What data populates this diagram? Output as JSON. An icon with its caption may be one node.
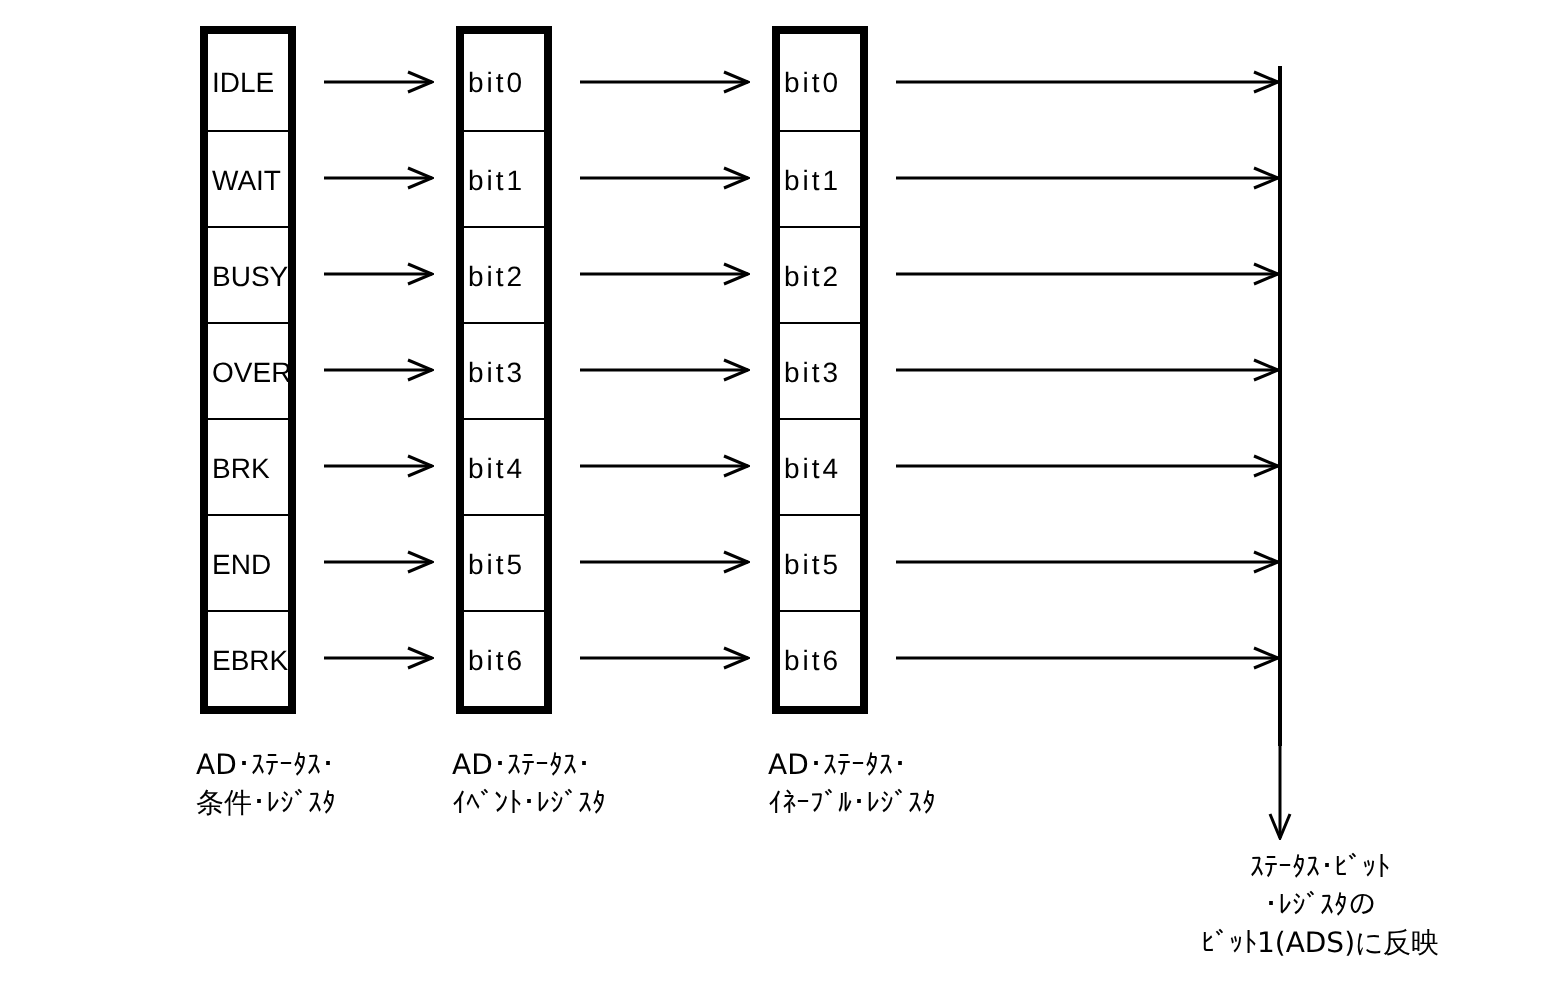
{
  "diagram": {
    "nodes": [
      {
        "text": [
          "AD･ｽﾃｰﾀｽ･条件･ﾚｼﾞｽﾀ"
        ]
      },
      {
        "text": [
          "IDLE"
        ],
        "in": 0
      },
      {
        "text": [
          "WAIT"
        ],
        "in": 0
      },
      {
        "text": [
          "BUSY"
        ],
        "in": 0
      },
      {
        "text": [
          "OVER"
        ],
        "in": 0
      },
      {
        "text": [
          "BRK"
        ],
        "in": 0
      },
      {
        "text": [
          "END"
        ],
        "in": 0
      },
      {
        "text": [
          "EBRK"
        ],
        "in": 0
      },
      {
        "text": [
          "AD･ｽﾃｰﾀｽ･ｲﾍﾞﾝﾄ･ﾚｼﾞｽﾀ"
        ]
      },
      {
        "text": [
          "bit0"
        ],
        "in": 8
      },
      {
        "text": [
          "bit1"
        ],
        "in": 8
      },
      {
        "text": [
          "bit2"
        ],
        "in": 8
      },
      {
        "text": [
          "bit3"
        ],
        "in": 8
      },
      {
        "text": [
          "bit4"
        ],
        "in": 8
      },
      {
        "text": [
          "bit5"
        ],
        "in": 8
      },
      {
        "text": [
          "bit6"
        ],
        "in": 8
      },
      {
        "text": [
          "AD･ｽﾃｰﾀｽ･ｲﾈｰﾌﾞﾙ･ﾚｼﾞｽﾀ"
        ]
      },
      {
        "text": [
          "bit0"
        ],
        "in": 16
      },
      {
        "text": [
          "bit1"
        ],
        "in": 16
      },
      {
        "text": [
          "bit2"
        ],
        "in": 16
      },
      {
        "text": [
          "bit3"
        ],
        "in": 16
      },
      {
        "text": [
          "bit4"
        ],
        "in": 16
      },
      {
        "text": [
          "bit5"
        ],
        "in": 16
      },
      {
        "text": [
          "bit6"
        ],
        "in": 16
      },
      {
        "text": [],
        "shape": "bar"
      },
      {
        "text": [
          "ｽﾃｰﾀｽ･ﾋﾞｯﾄ･ﾚｼﾞｽﾀのﾋﾞｯﾄ1(ADS)に反映"
        ]
      }
    ],
    "edges": [
      {
        "from": 1,
        "to": 9,
        "arrow": "to"
      },
      {
        "from": 2,
        "to": 10,
        "arrow": "to"
      },
      {
        "from": 3,
        "to": 11,
        "arrow": "to"
      },
      {
        "from": 4,
        "to": 12,
        "arrow": "to"
      },
      {
        "from": 5,
        "to": 13,
        "arrow": "to"
      },
      {
        "from": 6,
        "to": 14,
        "arrow": "to"
      },
      {
        "from": 7,
        "to": 15,
        "arrow": "to"
      },
      {
        "from": 9,
        "to": 17,
        "arrow": "to"
      },
      {
        "from": 10,
        "to": 18,
        "arrow": "to"
      },
      {
        "from": 11,
        "to": 19,
        "arrow": "to"
      },
      {
        "from": 12,
        "to": 20,
        "arrow": "to"
      },
      {
        "from": 13,
        "to": 21,
        "arrow": "to"
      },
      {
        "from": 14,
        "to": 22,
        "arrow": "to"
      },
      {
        "from": 15,
        "to": 23,
        "arrow": "to"
      },
      {
        "from": 17,
        "to": 24,
        "arrow": "to"
      },
      {
        "from": 18,
        "to": 24,
        "arrow": "to"
      },
      {
        "from": 19,
        "to": 24,
        "arrow": "to"
      },
      {
        "from": 20,
        "to": 24,
        "arrow": "to"
      },
      {
        "from": 21,
        "to": 24,
        "arrow": "to"
      },
      {
        "from": 22,
        "to": 24,
        "arrow": "to"
      },
      {
        "from": 23,
        "to": 24,
        "arrow": "to"
      },
      {
        "from": 24,
        "to": 25,
        "arrow": "to"
      }
    ]
  }
}
